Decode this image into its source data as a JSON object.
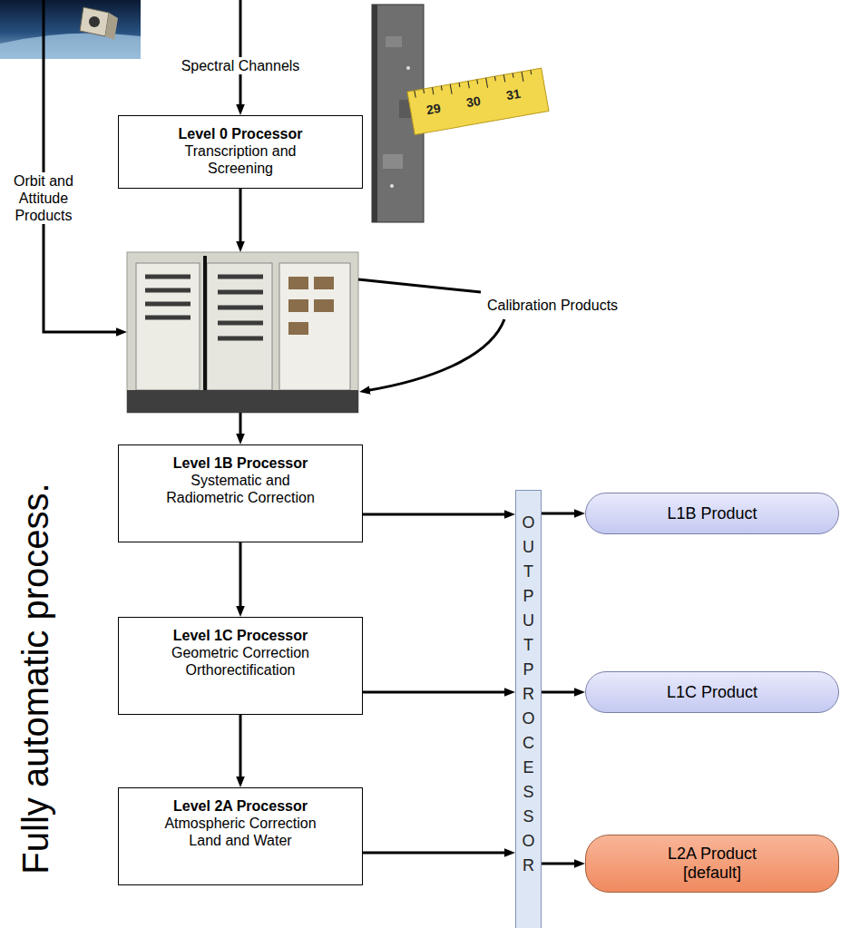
{
  "diagram": {
    "nodes": [
      {
        "text": [
          "Level 0 Processor",
          "Transcription and Screening"
        ]
      },
      {
        "text": [
          "Level 1B Processor",
          "Systematic and Radiometric Correction"
        ]
      },
      {
        "text": [
          "Level 1C Processor",
          "Geometric Correction Orthorectification"
        ]
      },
      {
        "text": [
          "Level 2A Processor",
          "Atmospheric Correction Land and Water"
        ]
      },
      {
        "text": [
          "OUTPUT PROCESSOR"
        ]
      },
      {
        "text": [
          "L1B Product"
        ]
      },
      {
        "text": [
          "L1C Product"
        ]
      },
      {
        "text": [
          "L2A Product",
          "[default]"
        ]
      }
    ],
    "edges": [
      {
        "from": 1,
        "to": 2,
        "arrow": "to"
      },
      {
        "from": 2,
        "to": 3,
        "arrow": "to"
      },
      {
        "from": 1,
        "to": 4,
        "arrow": "to"
      },
      {
        "from": 2,
        "to": 4,
        "arrow": "to"
      },
      {
        "from": 3,
        "to": 4,
        "arrow": "to"
      },
      {
        "from": 4,
        "to": 5,
        "arrow": "to"
      },
      {
        "from": 4,
        "to": 6,
        "arrow": "to"
      },
      {
        "from": 4,
        "to": 7,
        "arrow": "to"
      }
    ],
    "labels": [
      "Spectral Channels",
      "Orbit and Attitude Products",
      "Calibration Products",
      "Fully automatic process.",
      "29",
      "30",
      "31"
    ]
  }
}
